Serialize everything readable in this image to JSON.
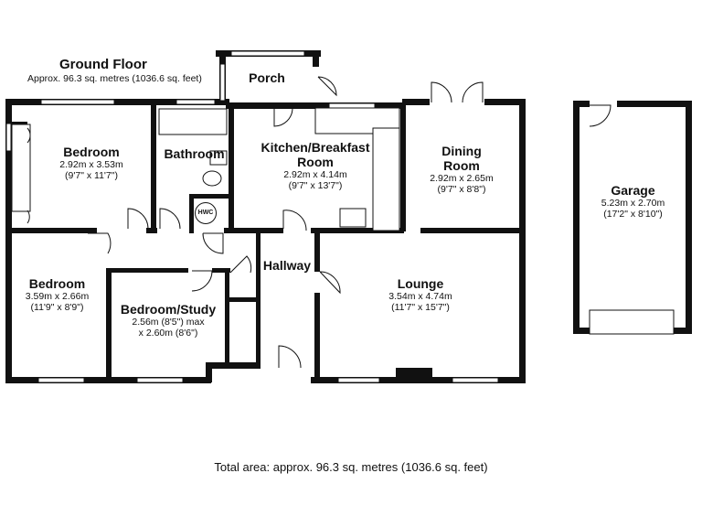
{
  "plan": {
    "title": "Ground Floor",
    "approx_area": "Approx. 96.3 sq. metres (1036.6 sq. feet)",
    "total_area": "Total area: approx. 96.3 sq. metres (1036.6 sq. feet)",
    "hwc_label": "HWC"
  },
  "rooms": {
    "bedroom1": {
      "name": "Bedroom",
      "dim1": "2.92m x 3.53m",
      "dim2": "(9'7\" x 11'7\")"
    },
    "bathroom": {
      "name": "Bathroom"
    },
    "kitchen": {
      "name": "Kitchen/Breakfast",
      "name2": "Room",
      "dim1": "2.92m x 4.14m",
      "dim2": "(9'7\" x 13'7\")"
    },
    "dining": {
      "name": "Dining",
      "name2": "Room",
      "dim1": "2.92m x 2.65m",
      "dim2": "(9'7\" x 8'8\")"
    },
    "porch": {
      "name": "Porch"
    },
    "hallway": {
      "name": "Hallway"
    },
    "bedroom2": {
      "name": "Bedroom",
      "dim1": "3.59m x 2.66m",
      "dim2": "(11'9\" x 8'9\")"
    },
    "study": {
      "name": "Bedroom/Study",
      "dim1": "2.56m (8'5\") max",
      "dim2": "x 2.60m (8'6\")"
    },
    "lounge": {
      "name": "Lounge",
      "dim1": "3.54m x 4.74m",
      "dim2": "(11'7\" x 15'7\")"
    },
    "garage": {
      "name": "Garage",
      "dim1": "5.23m x 2.70m",
      "dim2": "(17'2\" x 8'10\")"
    }
  }
}
